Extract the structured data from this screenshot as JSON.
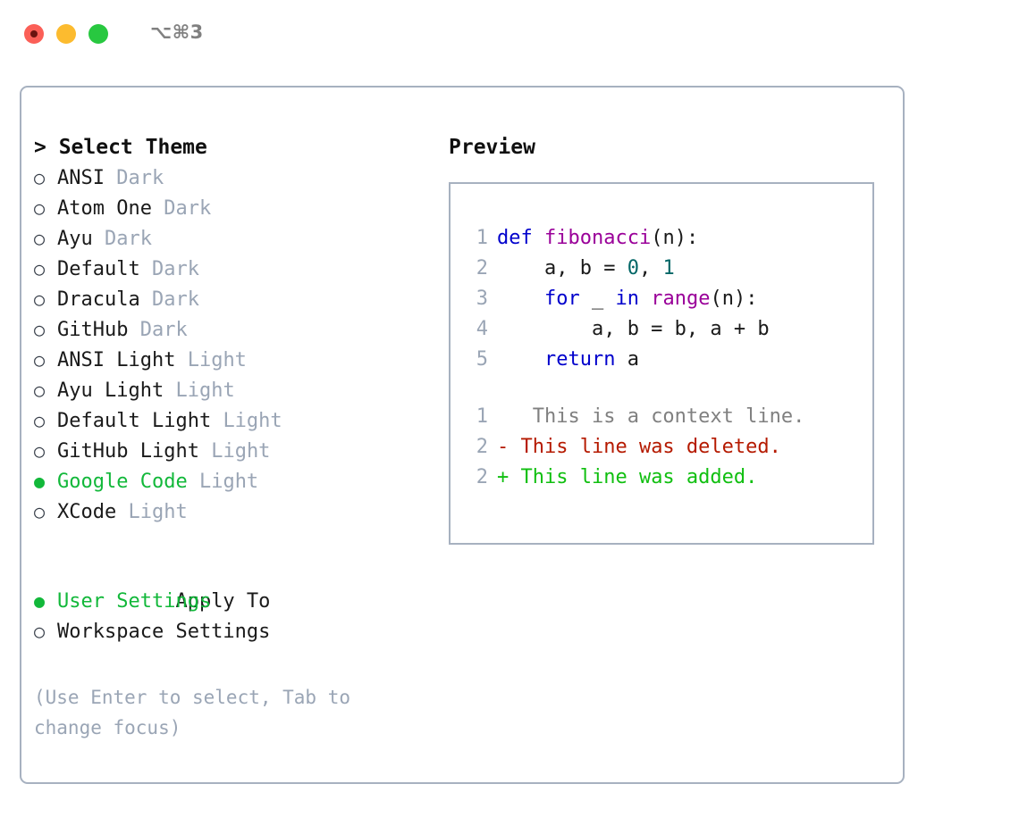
{
  "window": {
    "title": "⌥⌘3",
    "traffic_lights": [
      {
        "name": "close-button",
        "color": "#fb5f57"
      },
      {
        "name": "minimize-button",
        "color": "#fcbb2f"
      },
      {
        "name": "maximize-button",
        "color": "#28c840"
      }
    ]
  },
  "theme_panel": {
    "heading": "> Select Theme",
    "bullet_unselected": "○",
    "bullet_selected": "●",
    "items": [
      {
        "name": "ANSI",
        "kind": "Dark",
        "selected": false
      },
      {
        "name": "Atom One",
        "kind": "Dark",
        "selected": false
      },
      {
        "name": "Ayu",
        "kind": "Dark",
        "selected": false
      },
      {
        "name": "Default",
        "kind": "Dark",
        "selected": false
      },
      {
        "name": "Dracula",
        "kind": "Dark",
        "selected": false
      },
      {
        "name": "GitHub",
        "kind": "Dark",
        "selected": false
      },
      {
        "name": "ANSI Light",
        "kind": "Light",
        "selected": false
      },
      {
        "name": "Ayu Light",
        "kind": "Light",
        "selected": false
      },
      {
        "name": "Default Light",
        "kind": "Light",
        "selected": false
      },
      {
        "name": "GitHub Light",
        "kind": "Light",
        "selected": false
      },
      {
        "name": "Google Code",
        "kind": "Light",
        "selected": true
      },
      {
        "name": "XCode",
        "kind": "Light",
        "selected": false
      }
    ]
  },
  "apply_to": {
    "heading": "Apply To",
    "options": [
      {
        "label": "User Settings",
        "selected": true
      },
      {
        "label": "Workspace Settings",
        "selected": false
      }
    ]
  },
  "hint": "(Use Enter to select, Tab to change focus)",
  "preview": {
    "title": "Preview",
    "code_lines": [
      {
        "no": "1",
        "tokens": [
          {
            "t": "def",
            "c": "t-kw"
          },
          {
            "t": " ",
            "c": "t-pl"
          },
          {
            "t": "fibonacci",
            "c": "t-fn"
          },
          {
            "t": "(n):",
            "c": "t-pl"
          }
        ]
      },
      {
        "no": "2",
        "tokens": [
          {
            "t": "    a, b = ",
            "c": "t-pl"
          },
          {
            "t": "0",
            "c": "t-num"
          },
          {
            "t": ", ",
            "c": "t-pl"
          },
          {
            "t": "1",
            "c": "t-num"
          }
        ]
      },
      {
        "no": "3",
        "tokens": [
          {
            "t": "    ",
            "c": "t-pl"
          },
          {
            "t": "for",
            "c": "t-kw"
          },
          {
            "t": " _ ",
            "c": "t-pl"
          },
          {
            "t": "in",
            "c": "t-kw"
          },
          {
            "t": " ",
            "c": "t-pl"
          },
          {
            "t": "range",
            "c": "t-fn"
          },
          {
            "t": "(n):",
            "c": "t-pl"
          }
        ]
      },
      {
        "no": "4",
        "tokens": [
          {
            "t": "        a, b = b, a + b",
            "c": "t-pl"
          }
        ]
      },
      {
        "no": "5",
        "tokens": [
          {
            "t": "    ",
            "c": "t-pl"
          },
          {
            "t": "return",
            "c": "t-kw"
          },
          {
            "t": " a",
            "c": "t-pl"
          }
        ]
      }
    ],
    "diff_lines": [
      {
        "no": "1",
        "marker": " ",
        "text": "  This is a context line.",
        "c": "t-ctx"
      },
      {
        "no": "2",
        "marker": "-",
        "text": " This line was deleted.",
        "c": "t-del"
      },
      {
        "no": "2",
        "marker": "+",
        "text": " This line was added.",
        "c": "t-add"
      }
    ]
  },
  "colors": {
    "accent_green": "#12b83a",
    "border": "#a7b1c0",
    "muted": "#9aa5b5",
    "keyword": "#0000cc",
    "function": "#9a0099",
    "number": "#006666",
    "diff_add": "#10bf10",
    "diff_del": "#b51a00"
  }
}
